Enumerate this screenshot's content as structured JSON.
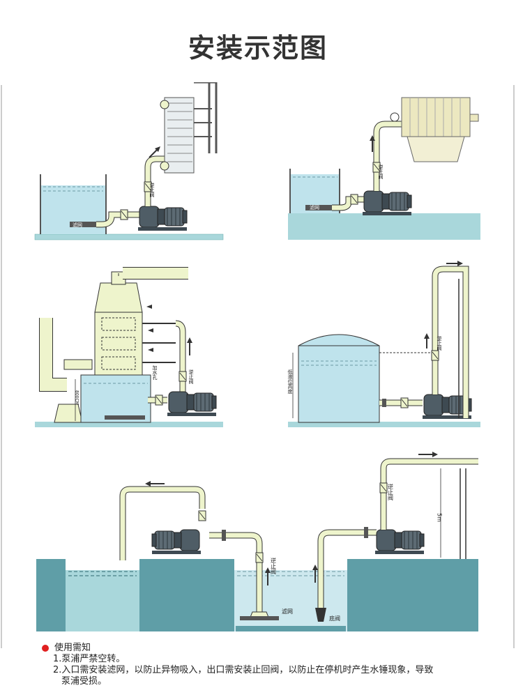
{
  "title": "安装示范图",
  "colors": {
    "water": "#bfe3ec",
    "water_dark": "#5f9ea7",
    "ground": "#a9d7db",
    "pipe": "#eef4cc",
    "pipe_stroke": "#333333",
    "pump": "#5d6b74",
    "frame": "#777777",
    "bullet": "#e02020"
  },
  "labels": {
    "filter": "滤网",
    "check_valve": "逆止阀",
    "fill_hole": "加水孔",
    "min_level": "低液位高度",
    "height_800": "800CM",
    "height_5m": "5m",
    "filter_net": "滤网",
    "foot_valve": "底阀"
  },
  "notes": {
    "heading": "使用需知",
    "item1": "1.泵浦严禁空转。",
    "item2a": "2.入口需安装滤网，以防止异物吸入，出口需安装止回阀，以防止在停机时产生水锤现象，导致",
    "item2b": "泵浦受损。"
  }
}
